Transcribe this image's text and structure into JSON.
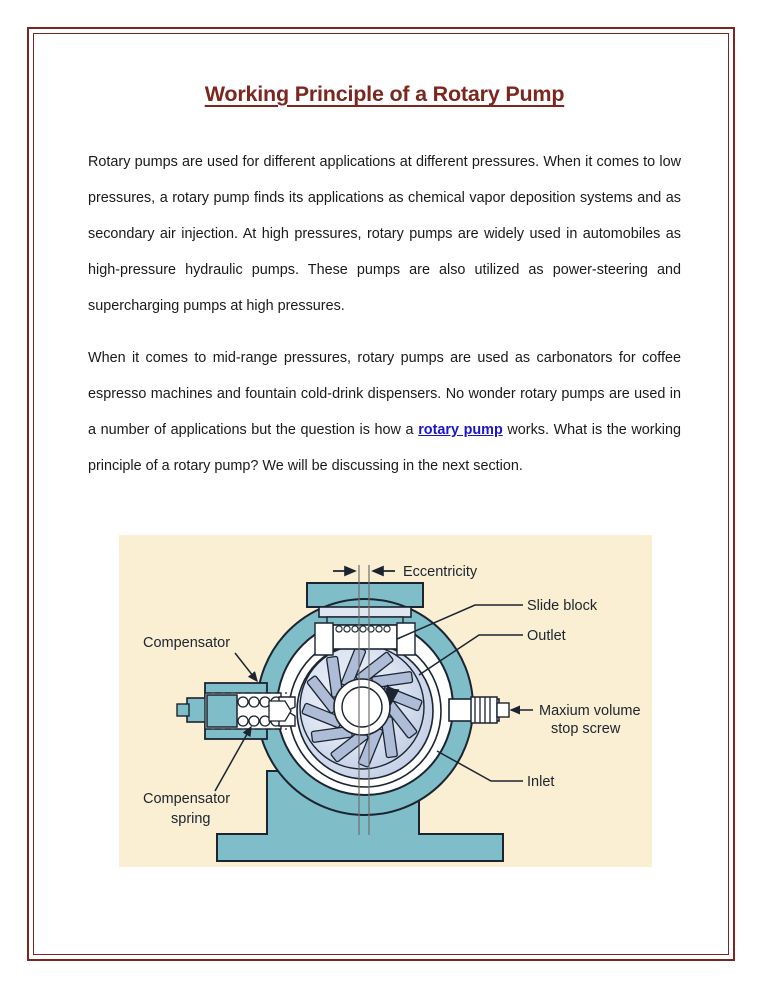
{
  "document": {
    "title": "Working Principle of a Rotary Pump",
    "title_color": "#7b2720",
    "border_color": "#7b2720",
    "paragraphs": [
      {
        "id": "paragraph-1",
        "segments": [
          {
            "type": "text",
            "text": "Rotary pumps are used for different applications at different pressures. When it comes to low pressures, a rotary pump finds its applications as chemical vapor deposition systems and as secondary air injection. At high pressures, rotary pumps are widely used in automobiles as high-pressure hydraulic pumps. These pumps are also utilized as power-steering and supercharging pumps at high pressures."
          }
        ]
      },
      {
        "id": "paragraph-2",
        "segments": [
          {
            "type": "text",
            "text": "When it comes to mid-range pressures, rotary pumps are used as carbonators for coffee espresso machines and fountain cold-drink dispensers. No wonder rotary pumps are used in a number of applications but the question is how a "
          },
          {
            "type": "link",
            "text": "rotary pump",
            "color": "#1a16c8"
          },
          {
            "type": "text",
            "text": " works. What is the working principle of a rotary pump? We will be discussing in the next section."
          }
        ]
      }
    ]
  },
  "figure": {
    "name": "rotary-pump-cross-section-diagram",
    "background_color": "#faeed3",
    "body_color": "#7fbdc8",
    "vane_color": "#aebcd8",
    "chamber_color": "#dfe6f2",
    "line_color": "#1b2430",
    "labels": {
      "eccentricity": "Eccentricity",
      "slide_block": "Slide block",
      "outlet": "Outlet",
      "stop_screw_line1": "Maxium volume",
      "stop_screw_line2": "stop screw",
      "inlet": "Inlet",
      "compensator": "Compensator",
      "compensator_spring_line1": "Compensator",
      "compensator_spring_line2": "spring"
    }
  }
}
